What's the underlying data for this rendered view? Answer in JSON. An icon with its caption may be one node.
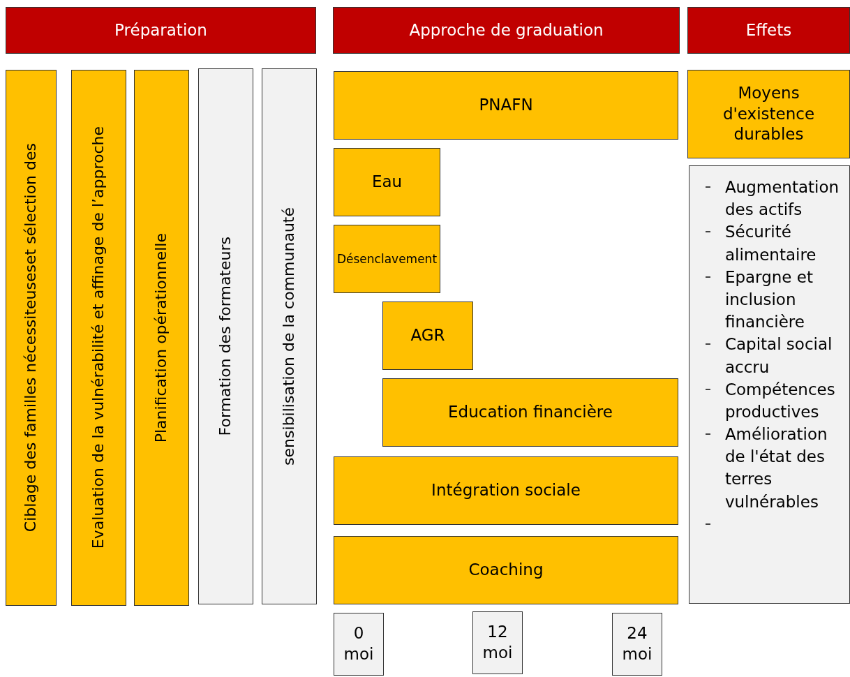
{
  "diagram": {
    "nodes": [
      {
        "text": [
          "Préparation"
        ]
      },
      {
        "text": [
          "Approche de graduation"
        ]
      },
      {
        "text": [
          "Effets"
        ]
      },
      {
        "text": [
          "Ciblage des familles nécessiteuseset sélection des"
        ]
      },
      {
        "text": [
          "Evaluation de la vulnérabilité et affinage de l’approche"
        ]
      },
      {
        "text": [
          "Planification opérationnelle"
        ]
      },
      {
        "text": [
          "Formation des formateurs"
        ]
      },
      {
        "text": [
          "sensibilisation de la communauté"
        ]
      },
      {
        "text": [
          "PNAFN"
        ]
      },
      {
        "text": [
          "Eau"
        ]
      },
      {
        "text": [
          "Désenclavement"
        ]
      },
      {
        "text": [
          "AGR"
        ]
      },
      {
        "text": [
          "Education financière"
        ]
      },
      {
        "text": [
          "Intégration sociale"
        ]
      },
      {
        "text": [
          "Coaching"
        ]
      },
      {
        "text": [
          "Moyens d'existence durables"
        ]
      },
      {
        "text": [
          "Augmentation des actifs",
          "Sécurité alimentaire",
          "Epargne et inclusion financière",
          "Capital social accru",
          "Compétences productives",
          "Amélioration de l'état des terres vulnérables"
        ]
      },
      {
        "text": [
          "0 moi"
        ]
      },
      {
        "text": [
          "12 moi"
        ]
      },
      {
        "text": [
          "24 moi"
        ]
      }
    ],
    "edges": []
  }
}
